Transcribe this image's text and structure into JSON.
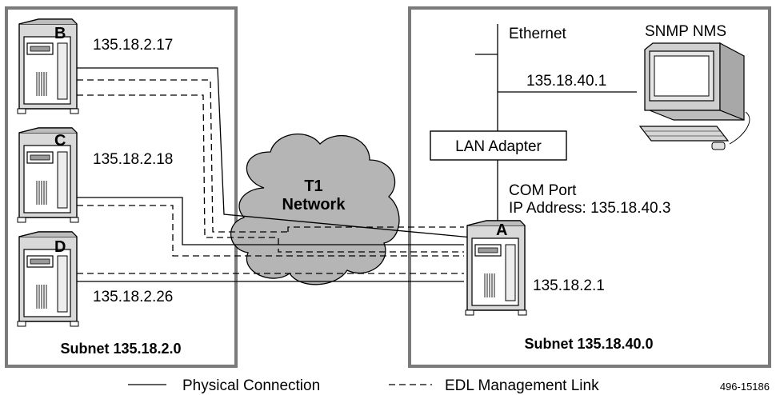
{
  "left_subnet": {
    "label": "Subnet 135.18.2.0"
  },
  "right_subnet": {
    "label": "Subnet 135.18.40.0"
  },
  "nodes": {
    "b": {
      "letter": "B",
      "ip": "135.18.2.17"
    },
    "c": {
      "letter": "C",
      "ip": "135.18.2.18"
    },
    "d": {
      "letter": "D",
      "ip": "135.18.2.26"
    },
    "a": {
      "letter": "A",
      "ip": "135.18.2.1"
    }
  },
  "network": {
    "line1": "T1",
    "line2": "Network"
  },
  "ethernet": {
    "label": "Ethernet",
    "ip": "135.18.40.1"
  },
  "nms": {
    "label": "SNMP NMS"
  },
  "lan_adapter": {
    "label": "LAN Adapter"
  },
  "com_port": {
    "label": "COM Port",
    "ip_label": "IP Address: 135.18.40.3"
  },
  "legend": {
    "physical": "Physical Connection",
    "edl": "EDL Management Link"
  },
  "figure_id": "496-15186"
}
